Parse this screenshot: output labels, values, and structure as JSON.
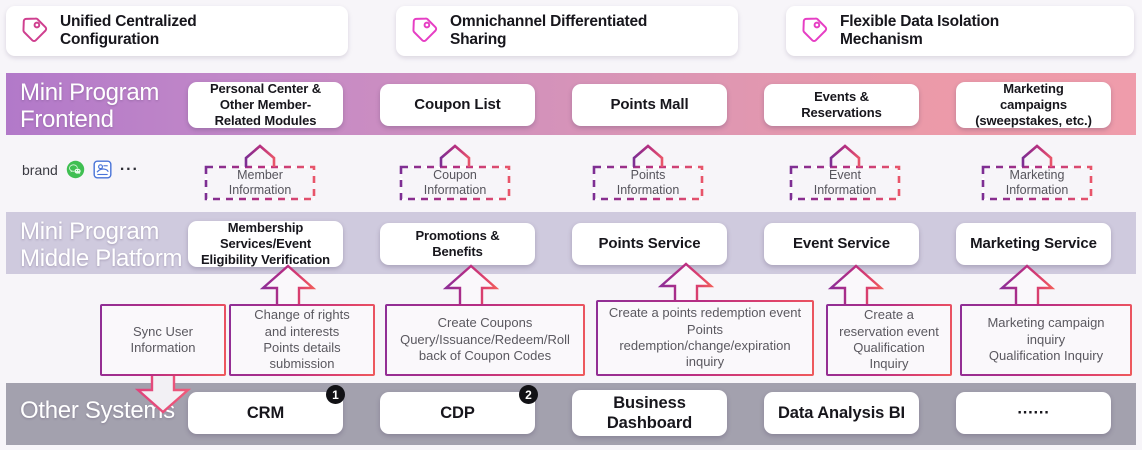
{
  "features": [
    {
      "label": "Unified Centralized\nConfiguration",
      "icon": "tag-icon",
      "color": "#cf3f8f"
    },
    {
      "label": "Omnichannel Differentiated\nSharing",
      "icon": "tag-icon",
      "color": "#e63ec4"
    },
    {
      "label": "Flexible Data Isolation\nMechanism",
      "icon": "tag-icon",
      "color": "#e63ec4"
    }
  ],
  "frontend": {
    "title": "Mini Program\nFrontend",
    "band_color_start": "#b279c9",
    "band_color_end": "#ef9cab",
    "cards": [
      "Personal Center &\nOther Member-\nRelated Modules",
      "Coupon List",
      "Points Mall",
      "Events &\nReservations",
      "Marketing\ncampaigns\n(sweepstakes, etc.)"
    ]
  },
  "brand": {
    "label": "brand",
    "icons": [
      "wechat-icon",
      "alipay-icon"
    ],
    "more": "···"
  },
  "info_boxes": [
    "Member\nInformation",
    "Coupon\nInformation",
    "Points\nInformation",
    "Event\nInformation",
    "Marketing\nInformation"
  ],
  "middle": {
    "title": "Mini Program\nMiddle Platform",
    "band_color": "#cfcade",
    "cards": [
      "Membership\nServices/Event\nEligibility Verification",
      "Promotions &\nBenefits",
      "Points Service",
      "Event Service",
      "Marketing Service"
    ]
  },
  "connectors": [
    {
      "text": "Sync User\nInformation",
      "direction": "down"
    },
    {
      "text": "Change of rights\nand interests\nPoints details\nsubmission",
      "direction": "up"
    },
    {
      "text": "Create Coupons\nQuery/Issuance/Redeem/Roll\nback of Coupon Codes",
      "direction": "up"
    },
    {
      "text": "Create a points redemption event\nPoints\nredemption/change/expiration\ninquiry",
      "direction": "up"
    },
    {
      "text": "Create a\nreservation event\nQualification\nInquiry",
      "direction": "up"
    },
    {
      "text": "Marketing campaign\ninquiry\nQualification Inquiry",
      "direction": "up"
    }
  ],
  "other": {
    "title": "Other Systems",
    "band_color": "#a3a1ae",
    "cards": [
      {
        "label": "CRM",
        "badge": "1"
      },
      {
        "label": "CDP",
        "badge": "2"
      },
      {
        "label": "Business\nDashboard",
        "badge": ""
      },
      {
        "label": "Data Analysis BI",
        "badge": ""
      },
      {
        "label": "······",
        "badge": ""
      }
    ]
  }
}
